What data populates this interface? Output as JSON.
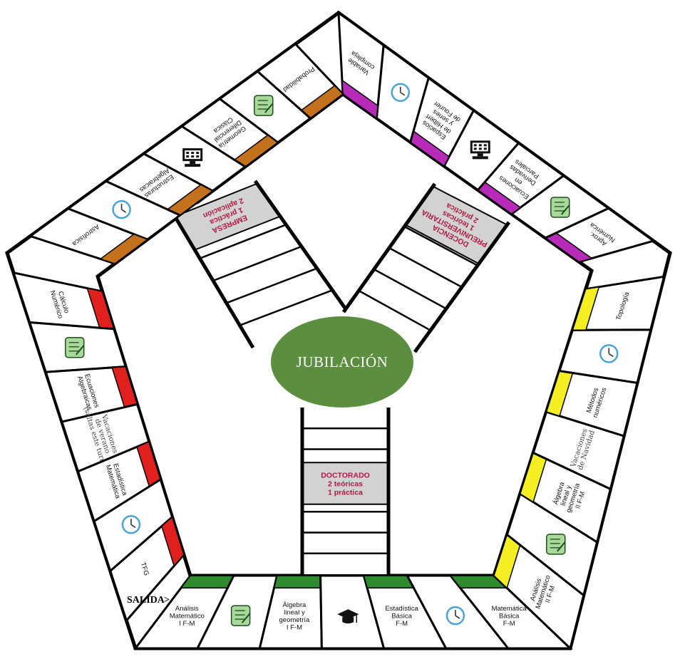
{
  "center": {
    "label": "JUBILACIÓN",
    "fill": "#5b8e3e"
  },
  "start_label": "SALIDA",
  "colors": {
    "green": "#2e8b2e",
    "yellow": "#f5ee22",
    "purple": "#b82bb8",
    "brown": "#c4711e",
    "red": "#e0201f",
    "gray_box": "#d2d2d2",
    "clock": "#4aa3d6",
    "note": "#a8d89a"
  },
  "paths": [
    {
      "id": "doctorado",
      "lines": [
        "DOCTORADO",
        "2 teóricas",
        "1 práctica"
      ]
    },
    {
      "id": "docencia",
      "lines": [
        "DOCENCIA",
        "PREUNIVERSITARIA",
        "1 teóricas",
        "2 práctica"
      ]
    },
    {
      "id": "empresa",
      "lines": [
        "EMPRESA",
        "1 práctica",
        "2 aplicación"
      ]
    }
  ],
  "bottom": [
    {
      "type": "subject",
      "color": "green",
      "lines": [
        "Análisis",
        "Matemático",
        "I F-M"
      ]
    },
    {
      "type": "icon",
      "icon": "notebook-icon"
    },
    {
      "type": "subject",
      "color": "green",
      "lines": [
        "Álgebra",
        "lineal y",
        "geometría",
        "I F-M"
      ]
    },
    {
      "type": "icon",
      "icon": "graduation-cap-icon"
    },
    {
      "type": "subject",
      "color": "green",
      "lines": [
        "Estadística",
        "Básica",
        "F-M"
      ]
    },
    {
      "type": "icon",
      "icon": "clock-icon"
    },
    {
      "type": "subject",
      "color": "green",
      "lines": [
        "Matemática",
        "Básica",
        "F-M"
      ]
    }
  ],
  "right": [
    {
      "type": "subject",
      "color": "yellow",
      "lines": [
        "Análisis",
        "Matemático",
        "II F-M"
      ]
    },
    {
      "type": "icon",
      "icon": "notebook-icon"
    },
    {
      "type": "subject",
      "color": "yellow",
      "lines": [
        "Álgebra",
        "lineal y",
        "geometría",
        "II F-M"
      ]
    },
    {
      "type": "vacation",
      "lines": [
        "Vacaciones",
        "de Navidad"
      ]
    },
    {
      "type": "subject",
      "color": "yellow",
      "lines": [
        "Métodos",
        "numéricos"
      ]
    },
    {
      "type": "icon",
      "icon": "clock-icon"
    },
    {
      "type": "subject",
      "color": "yellow",
      "lines": [
        "Topología"
      ]
    }
  ],
  "upper_right": [
    {
      "type": "subject",
      "color": "purple",
      "lines": [
        "Aprox.",
        "Numérica"
      ]
    },
    {
      "type": "icon",
      "icon": "notebook-icon"
    },
    {
      "type": "subject",
      "color": "purple",
      "lines": [
        "Ecuaciones",
        "en",
        "Derivadas",
        "Parciales"
      ]
    },
    {
      "type": "icon",
      "icon": "computer-icon"
    },
    {
      "type": "subject",
      "color": "purple",
      "lines": [
        "Espacios",
        "de Hilbert",
        "y series",
        "de Fourier"
      ]
    },
    {
      "type": "icon",
      "icon": "clock-icon"
    },
    {
      "type": "subject",
      "color": "purple",
      "lines": [
        "Variable",
        "compleja"
      ]
    }
  ],
  "upper_left": [
    {
      "type": "subject",
      "color": "brown",
      "lines": [
        "Probabilidad"
      ]
    },
    {
      "type": "icon",
      "icon": "notebook-icon"
    },
    {
      "type": "subject",
      "color": "brown",
      "lines": [
        "Geometría",
        "Diferencial",
        "Clásica"
      ]
    },
    {
      "type": "icon",
      "icon": "computer-icon"
    },
    {
      "type": "subject",
      "color": "brown",
      "lines": [
        "Estructuras",
        "Algebraicas"
      ]
    },
    {
      "type": "icon",
      "icon": "clock-icon"
    },
    {
      "type": "subject",
      "color": "brown",
      "lines": [
        "Astrofísica"
      ]
    }
  ],
  "left": [
    {
      "type": "subject",
      "color": "red",
      "lines": [
        "Cálculo",
        "Numérico"
      ]
    },
    {
      "type": "icon",
      "icon": "notebook-icon"
    },
    {
      "type": "subject",
      "color": "red",
      "lines": [
        "Ecuaciones",
        "Algebraicas"
      ]
    },
    {
      "type": "vacation",
      "lines": [
        "Vacaciones",
        "de verano",
        "(saltas este turno)"
      ]
    },
    {
      "type": "subject",
      "color": "red",
      "lines": [
        "Estadística",
        "Matemática"
      ]
    },
    {
      "type": "icon",
      "icon": "clock-icon"
    },
    {
      "type": "subject",
      "color": "red",
      "lines": [
        "TFG"
      ]
    }
  ]
}
